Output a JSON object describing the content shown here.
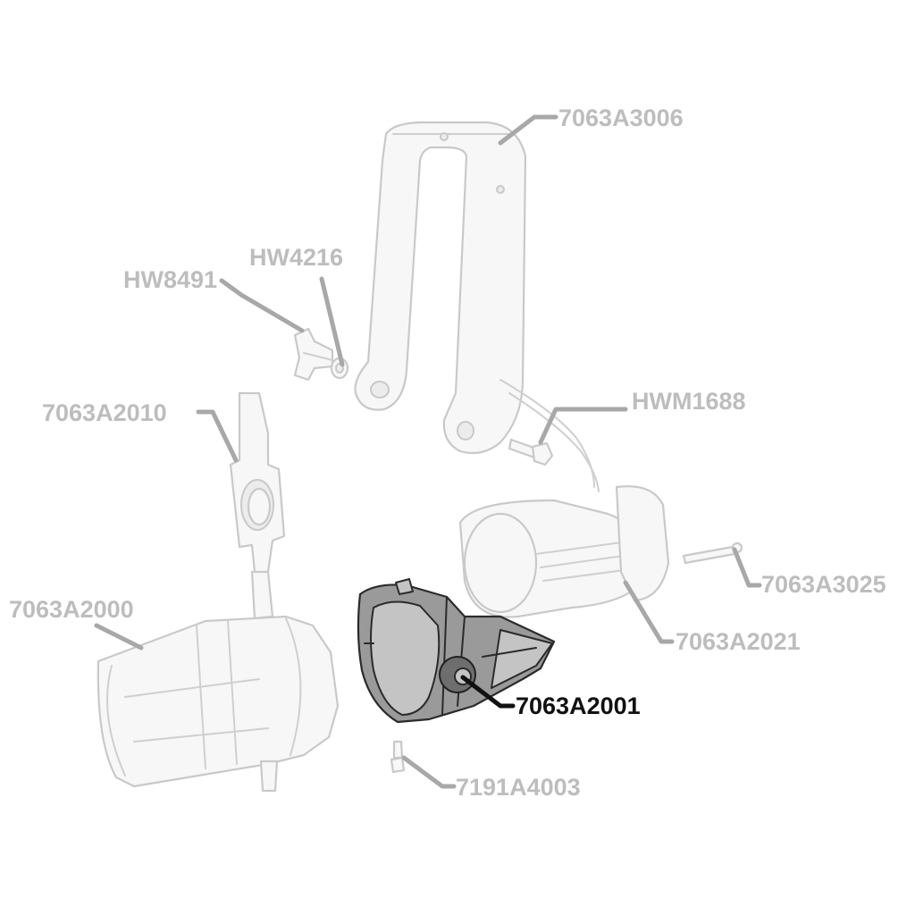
{
  "labels": {
    "p7063A3006": "7063A3006",
    "pHW4216": "HW4216",
    "pHW8491": "HW8491",
    "pHWM1688": "HWM1688",
    "p7063A2010": "7063A2010",
    "p7063A3025": "7063A3025",
    "p7063A2000": "7063A2000",
    "p7063A2021": "7063A2021",
    "p7063A2001": "7063A2001",
    "p7191A4003": "7191A4003"
  },
  "highlighted_part": "7063A2001",
  "colors": {
    "dimmed_label": "#bdbdbd",
    "highlight_label": "#111111",
    "ghost_part_outline": "#c9c9c9",
    "highlight_part_fill": "#9a9a9a"
  }
}
